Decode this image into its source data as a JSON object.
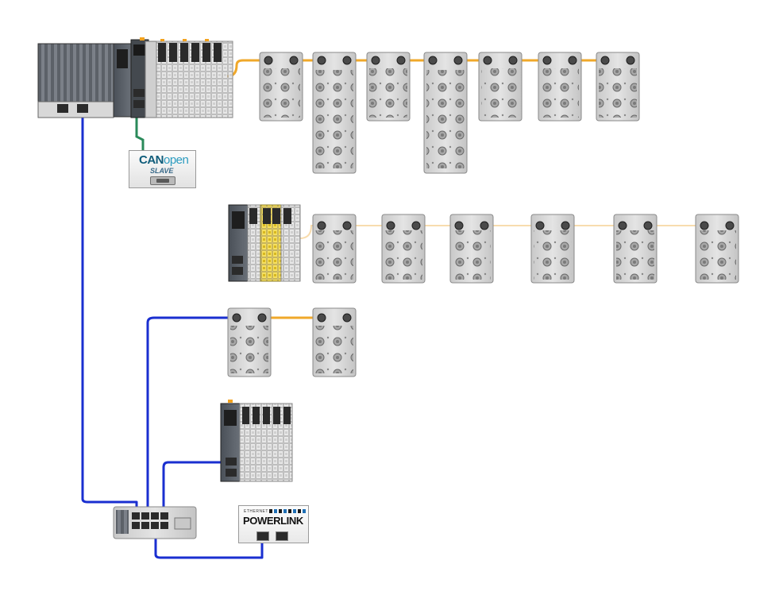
{
  "canopen": {
    "logo_can": "CAN",
    "logo_open": "open",
    "logo_slave": "SLAVE"
  },
  "powerlink": {
    "ethernet_label": "ETHERNET",
    "name": "POWERLINK"
  },
  "colors": {
    "ethernet_cable": "#1a2fd0",
    "x2x_cable": "#f0a82a",
    "x2x_cable_light": "#f8dcae",
    "can_cable": "#2a8a5a",
    "module_body": "#d6d6d6",
    "safety_yellow": "#f2d21a"
  }
}
